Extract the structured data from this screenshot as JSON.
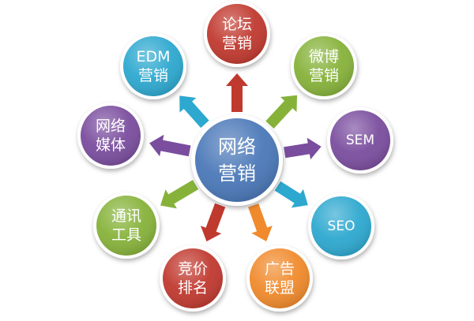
{
  "center": {
    "lines": [
      "网络",
      "营销"
    ],
    "color": "#4a78b8"
  },
  "nodes": [
    {
      "id": "forum",
      "lines": [
        "论坛",
        "营销"
      ],
      "color": "#c0392f",
      "arrow": "#c0392f"
    },
    {
      "id": "weibo",
      "lines": [
        "微博",
        "营销"
      ],
      "color": "#86b23a",
      "arrow": "#86b23a"
    },
    {
      "id": "sem",
      "lines": [
        "SEM"
      ],
      "color": "#7a4d9e",
      "arrow": "#7a4d9e"
    },
    {
      "id": "seo",
      "lines": [
        "SEO"
      ],
      "color": "#2da8cf",
      "arrow": "#2da8cf"
    },
    {
      "id": "alliance",
      "lines": [
        "广告",
        "联盟"
      ],
      "color": "#f08a2c",
      "arrow": "#f08a2c"
    },
    {
      "id": "ranking",
      "lines": [
        "竞价",
        "排名"
      ],
      "color": "#c0392f",
      "arrow": "#c0392f"
    },
    {
      "id": "im",
      "lines": [
        "通讯",
        "工具"
      ],
      "color": "#86b23a",
      "arrow": "#86b23a"
    },
    {
      "id": "media",
      "lines": [
        "网络",
        "媒体"
      ],
      "color": "#7a4d9e",
      "arrow": "#7a4d9e"
    },
    {
      "id": "edm",
      "lines": [
        "EDM",
        "营销"
      ],
      "color": "#2da8cf",
      "arrow": "#2da8cf"
    }
  ]
}
